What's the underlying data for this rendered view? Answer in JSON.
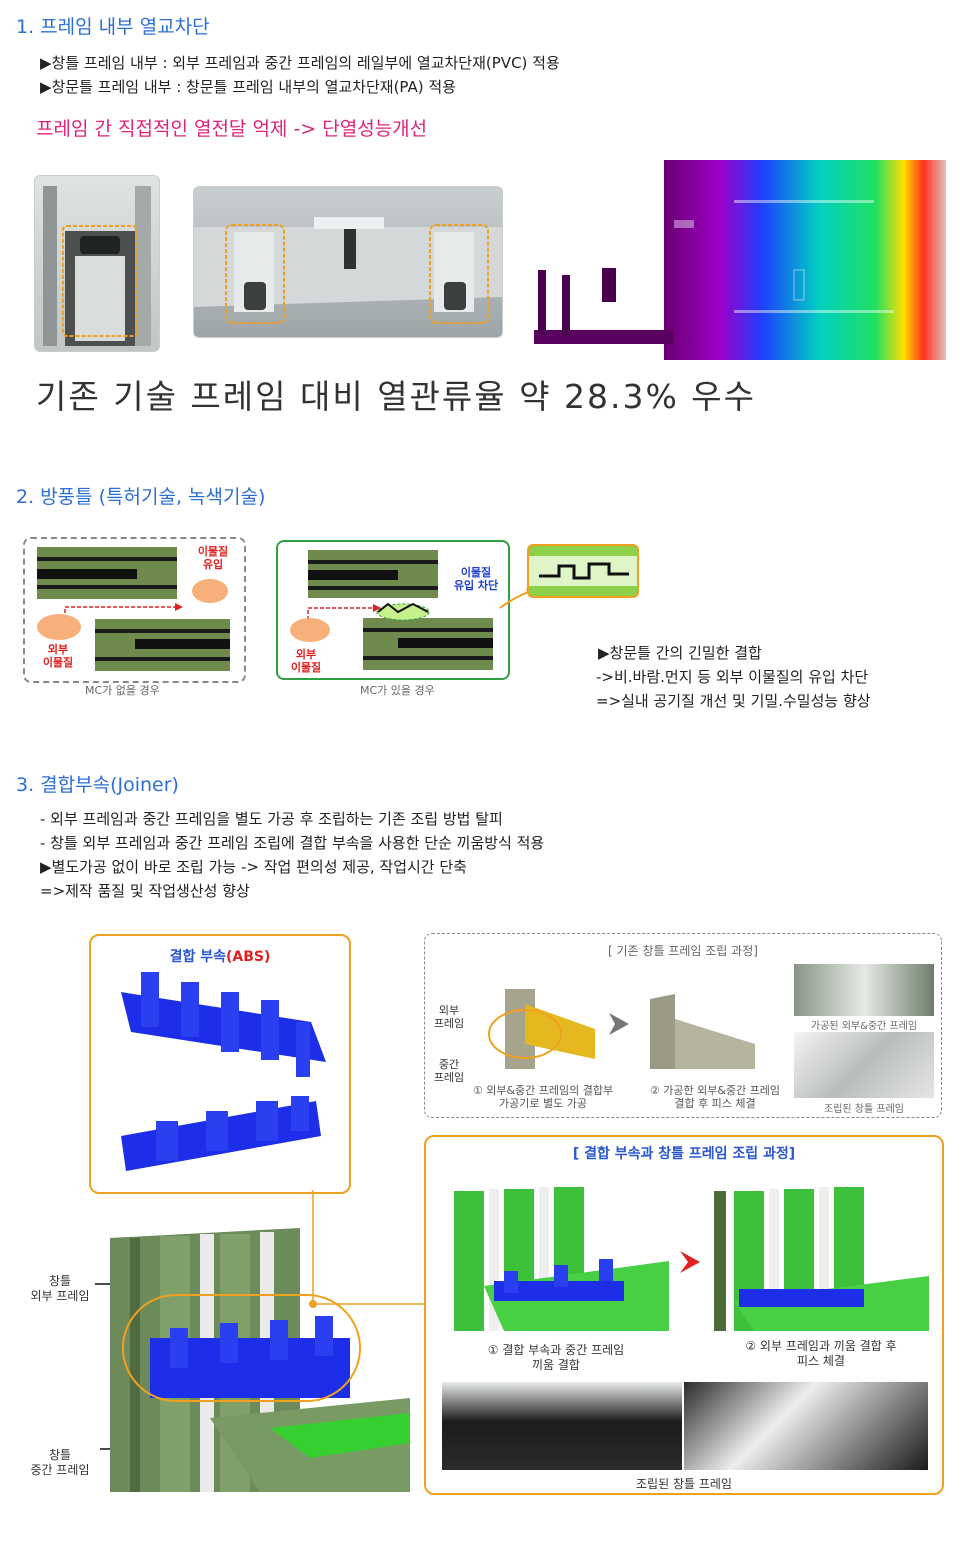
{
  "section1": {
    "title": "1. 프레임 내부 열교차단",
    "bullet1": "▶창틀 프레임 내부 : 외부 프레임과 중간 프레임의 레일부에 열교차단재(PVC) 적용",
    "bullet2": "▶창문틀 프레임 내부 : 창문틀 프레임 내부의 열교차단재(PA) 적용",
    "highlight": "프레임 간 직접적인 열전달 억제 -> 단열성능개선",
    "result": "기존 기술 프레임 대비 열관류율 약 28.3% 우수"
  },
  "section2": {
    "title": "2. 방풍틀 (특허기술, 녹색기술)",
    "left_caption": "MC가 없을 경우",
    "right_caption": "MC가 있을 경우",
    "left_top_label_1": "이물질",
    "left_top_label_2": "유입",
    "left_bottom_label_1": "외부",
    "left_bottom_label_2": "이물질",
    "right_top_label_1": "이물질",
    "right_top_label_2": "유입 차단",
    "right_bottom_label_1": "외부",
    "right_bottom_label_2": "이물질",
    "desc1": "▶창문틀 간의 긴밀한 결합",
    "desc2": "->비.바람.먼지 등 외부 이물질의 유입 차단",
    "desc3": "=>실내 공기질 개선 및 기밀.수밀성능 향상"
  },
  "section3": {
    "title": "3. 결합부속(Joiner)",
    "line1": "-  외부 프레임과 중간 프레임을 별도 가공 후 조립하는 기존 조립 방법 탈피",
    "line2": "-  창틀 외부 프레임과 중간 프레임 조립에 결합 부속을 사용한 단순 끼움방식 적용",
    "line3": "▶별도가공 없이 바로 조립 가능 -> 작업 편의성 제공, 작업시간 단축",
    "line4": "=>제작 품질 및 작업생산성 향상",
    "joiner_title": "결합 부속",
    "joiner_abs": "(ABS)",
    "label_outer": "창틀\n외부 프레임",
    "label_outer_1": "창틀",
    "label_outer_2": "외부 프레임",
    "label_mid_1": "창틀",
    "label_mid_2": "중간 프레임",
    "existing_title": "[ 기존 창틀 프레임 조립 과정]",
    "ex_outer_1": "외부",
    "ex_outer_2": "프레임",
    "ex_mid_1": "중간",
    "ex_mid_2": "프레임",
    "ex_step1_1": "① 외부&중간 프레임의 결합부",
    "ex_step1_2": "가공기로 별도 가공",
    "ex_step2_1": "② 가공한 외부&중간 프레임",
    "ex_step2_2": "결합 후 피스 체결",
    "ex_photo1": "가공된 외부&중간 프레임",
    "ex_photo2": "조립된 창틀 프레임",
    "new_title": "[ 결합 부속과 창틀 프레임 조립 과정]",
    "new_step1_1": "① 결합 부속과 중간 프레임",
    "new_step1_2": "끼움 결합",
    "new_step2_1": "② 외부 프레임과 끼움 결합 후",
    "new_step2_2": "피스 체결",
    "assembled": "조립된 창틀 프레임"
  }
}
